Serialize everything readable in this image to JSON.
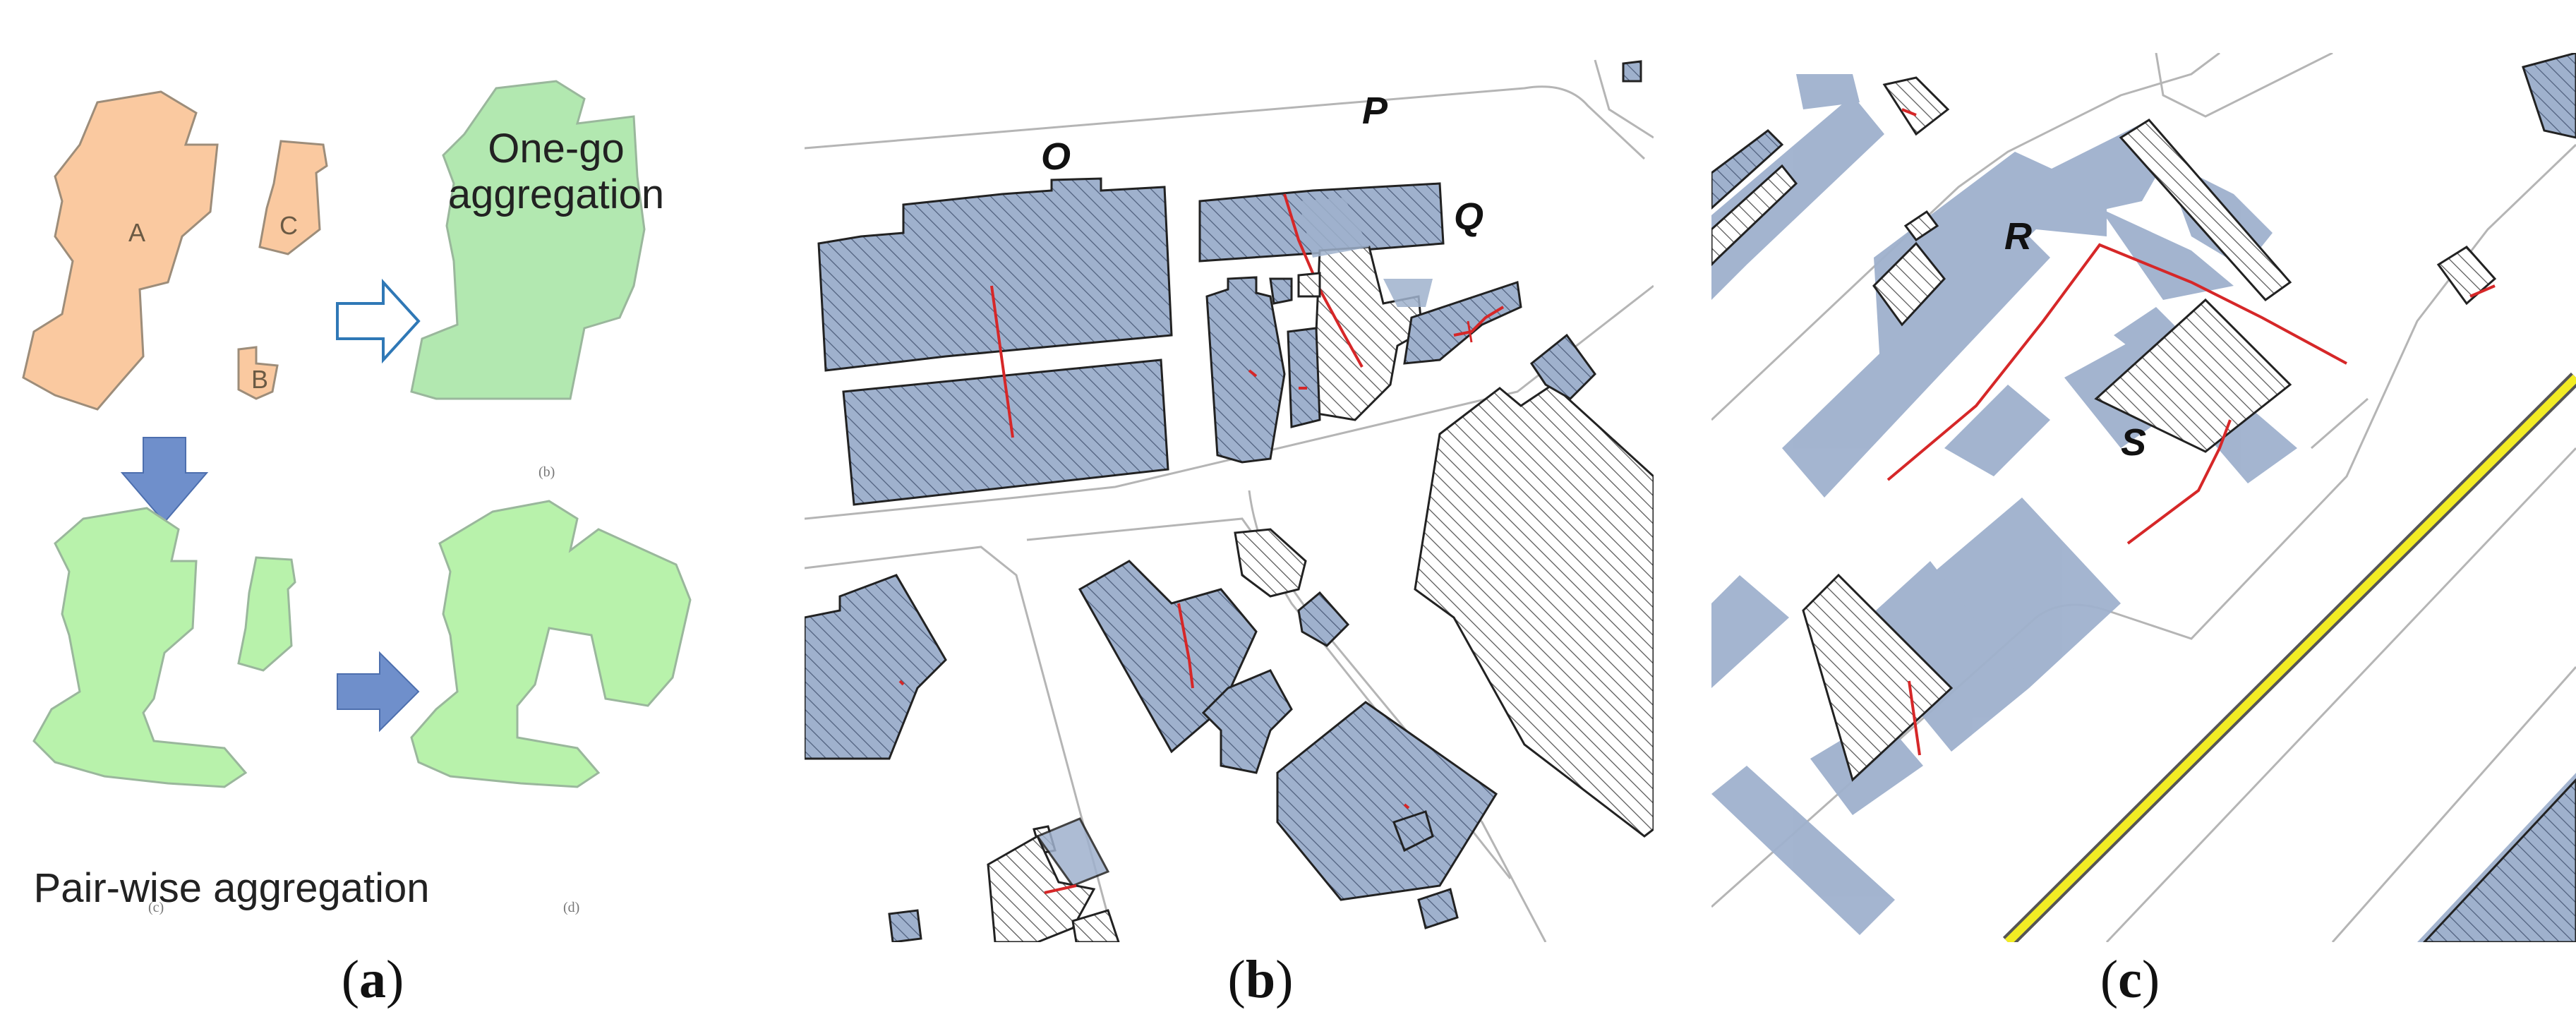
{
  "panel_a": {
    "building_labels": [
      "A",
      "B",
      "C"
    ],
    "text_one_go": [
      "One-go",
      "aggregation"
    ],
    "text_pair_wise": "Pair-wise aggregation",
    "sub_labels": [
      "(b)",
      "(c)",
      "(d)"
    ],
    "colors": {
      "original": "#fac9a0",
      "aggregated": "#b2e8b0",
      "aggregated_step": "#b8f2ab",
      "arrow_outline": "#2f78b6",
      "arrow_fill": "#6f8fcb"
    }
  },
  "panel_b": {
    "building_labels": [
      "O",
      "P",
      "Q"
    ],
    "colors": {
      "building_fill": "#9fb1cd",
      "hatch": "#555555",
      "skeleton": "#d62728",
      "road": "#aaaaaa"
    }
  },
  "panel_c": {
    "building_labels": [
      "R",
      "S"
    ],
    "colors": {
      "building_fill": "#9fb1cd",
      "hatch": "#555555",
      "skeleton": "#d62728",
      "rail_yellow": "#f2ec24"
    }
  },
  "captions": {
    "a": "a",
    "b": "b",
    "c": "c"
  }
}
